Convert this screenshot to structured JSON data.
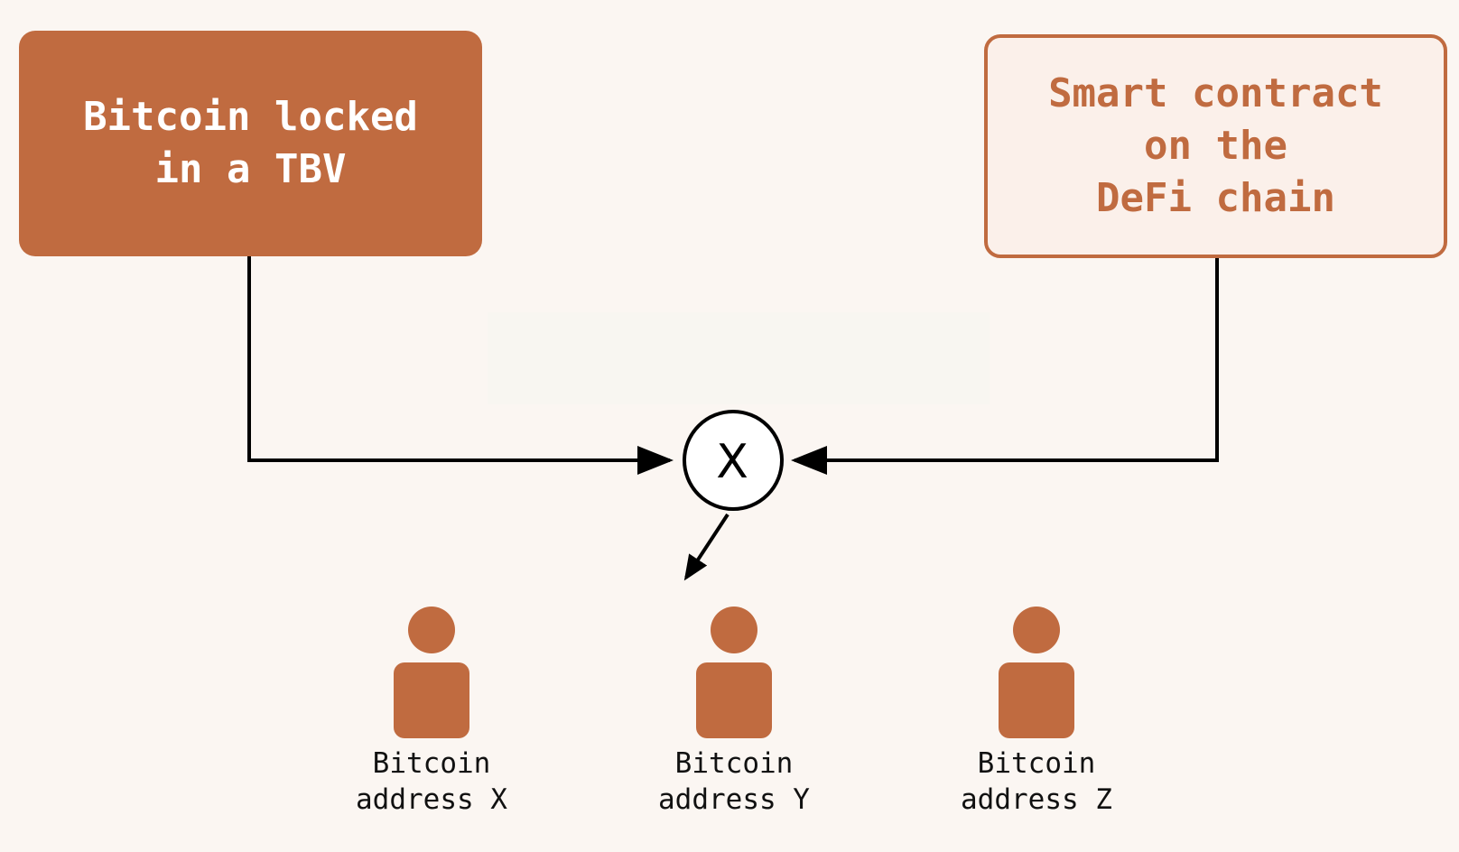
{
  "boxes": {
    "tbv": "Bitcoin locked\nin a TBV",
    "contract": "Smart contract\non the\nDeFi chain"
  },
  "operator": "X",
  "recipients": [
    {
      "label": "Bitcoin\naddress X"
    },
    {
      "label": "Bitcoin\naddress Y"
    },
    {
      "label": "Bitcoin\naddress Z"
    }
  ],
  "colors": {
    "accent": "#c06b40",
    "background": "#fbf6f2",
    "contract_fill": "#fbf0ea",
    "line": "#000000"
  }
}
